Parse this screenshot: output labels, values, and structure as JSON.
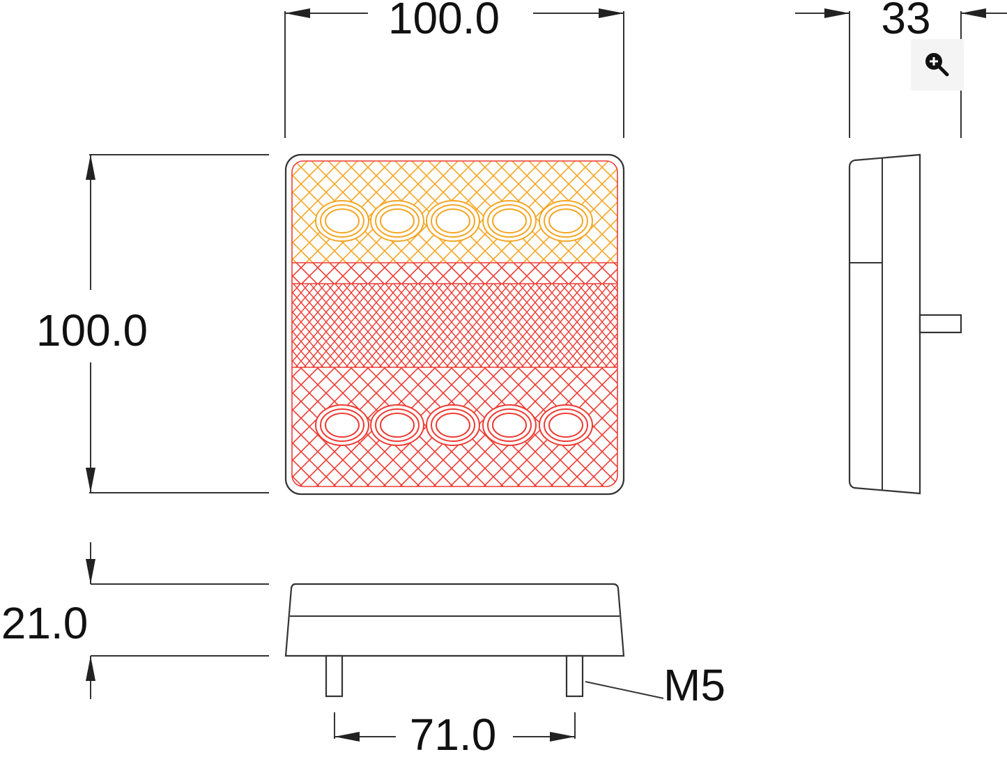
{
  "dimensions": {
    "front_width": "100.0",
    "front_height": "100.0",
    "side_depth": "33",
    "bottom_height": "21.0",
    "stud_spacing": "71.0",
    "stud_thread": "M5"
  },
  "colors": {
    "amber": "#f5a623",
    "red": "#ee3b33",
    "outline": "#333333"
  },
  "zoom_button": {
    "icon": "zoom-in-icon"
  }
}
